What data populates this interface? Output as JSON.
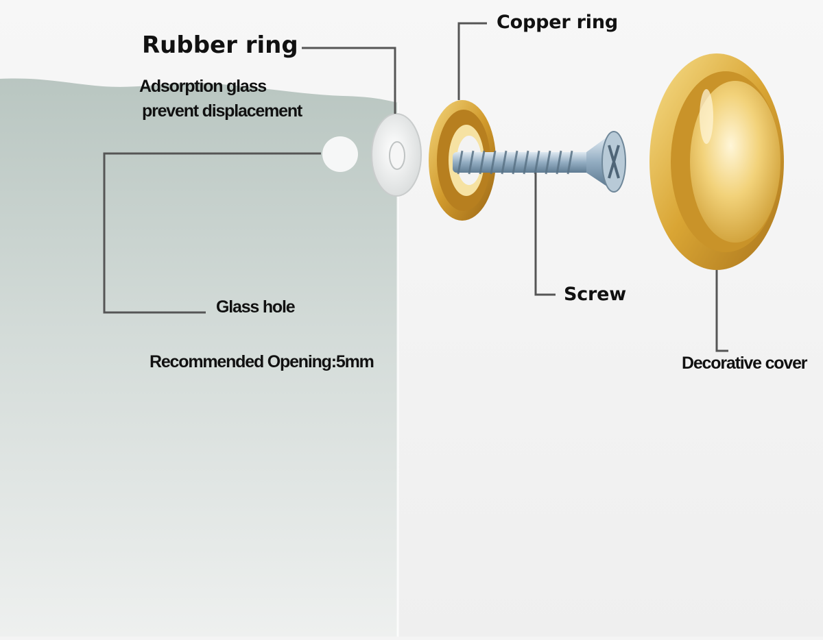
{
  "labels": {
    "rubber_ring": "Rubber ring",
    "adsorption_line1": "Adsorption glass",
    "adsorption_line2": "prevent displacement",
    "glass_hole": "Glass hole",
    "recommended_opening": "Recommended Opening:5mm",
    "copper_ring": "Copper ring",
    "screw": "Screw",
    "decorative_cover": "Decorative cover"
  },
  "colors": {
    "background": "#f4f4f4",
    "glass": "#c7d1cd",
    "gold": "#e3b63a",
    "gold_light": "#f8e9a8",
    "screw": "#9fb6c9",
    "leader_line": "#555555"
  }
}
